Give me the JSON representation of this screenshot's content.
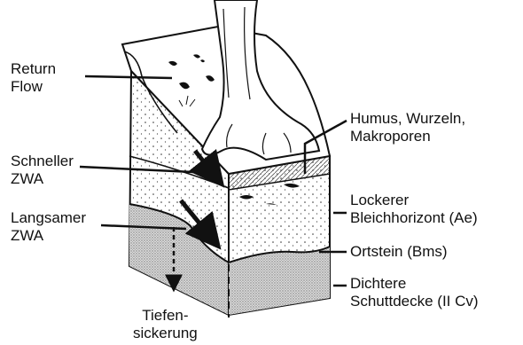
{
  "labels": {
    "return_flow": [
      "Return",
      "Flow"
    ],
    "schneller_zwa": [
      "Schneller",
      "ZWA"
    ],
    "langsamer_zwa": [
      "Langsamer",
      "ZWA"
    ],
    "tiefensickerung": [
      "Tiefen-",
      "sickerung"
    ],
    "humus": [
      "Humus, Wurzeln,",
      "Makroporen"
    ],
    "lockerer": [
      "Lockerer",
      "Bleichhorizont (Ae)"
    ],
    "ortstein": [
      "Ortstein (Bms)"
    ],
    "dichtere": [
      "Dichtere",
      "Schuttdecke (II Cv)"
    ]
  },
  "colors": {
    "ink": "#111111",
    "background": "#ffffff",
    "subsoil_shade": "#c8c8c8"
  }
}
